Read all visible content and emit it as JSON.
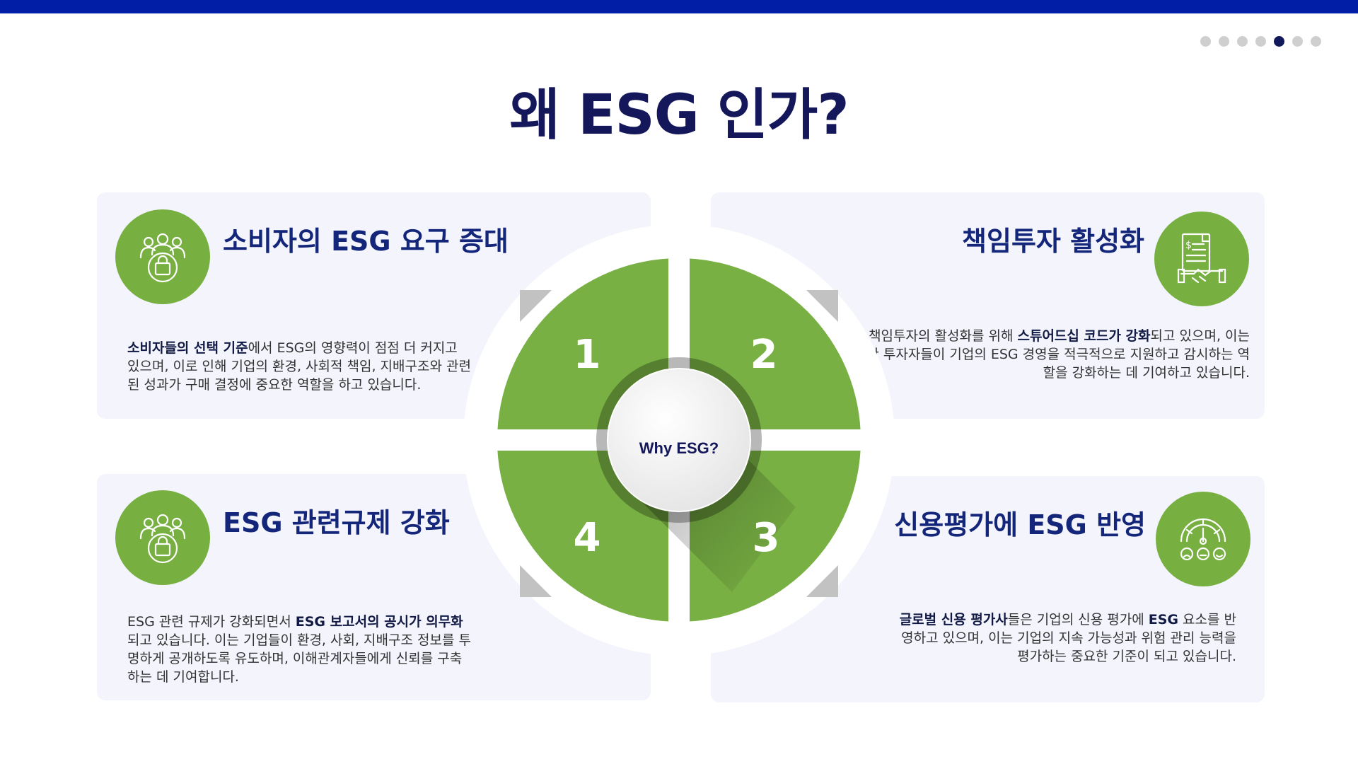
{
  "page": {
    "title": "왜 ESG 인가?",
    "pagination": {
      "total": 7,
      "active": 5
    }
  },
  "center": {
    "label": "Why ESG?",
    "quadrants": [
      "1",
      "2",
      "3",
      "4"
    ]
  },
  "cards": [
    {
      "title": "소비자의 ESG 요구 증대",
      "icon": "consumers-shopping-bag-icon",
      "bold": "소비자들의 선택 기준",
      "text_after": "에서 ESG의 영향력이 점점 더 커지고 있으며, 이로 인해 기업의 환경, 사회적 책임, 지배구조와 관련된 성과가 구매 결정에 중요한 역할을 하고 있습니다."
    },
    {
      "title": "책임투자 활성화",
      "icon": "investment-document-handshake-icon",
      "text_before": "책임투자의 활성화를 위해 ",
      "bold": "스튜어드십 코드가 강화",
      "text_after": "되고 있으며, 이는 기관 투자자들이 기업의 ESG 경영을 적극적으로 지원하고 감시하는 역할을 강화하는 데 기여하고 있습니다."
    },
    {
      "title": "ESG 관련규제 강화",
      "icon": "consumers-shopping-bag-icon",
      "text_before": "ESG 관련 규제가 강화되면서 ",
      "bold": "ESG 보고서의 공시가 의무화",
      "text_after": " 되고 있습니다. 이는 기업들이 환경, 사회, 지배구조 정보를 투명하게 공개하도록 유도하며, 이해관계자들에게 신뢰를 구축하는 데 기여합니다."
    },
    {
      "title": "신용평가에 ESG 반영",
      "icon": "rating-gauge-icon",
      "bold": "글로벌 신용 평가사",
      "text_mid": "들은 기업의 신용 평가에 ",
      "bold2": "ESG",
      "text_after": " 요소를 반영하고 있으며, 이는 기업의 지속 가능성과 위험 관리 능력을 평가하는 중요한 기준이 되고 있습니다."
    }
  ],
  "colors": {
    "accent_green": "#77b041",
    "navy": "#14185a",
    "top_bar": "#001ea6",
    "card_bg": "#f3f4fc"
  }
}
